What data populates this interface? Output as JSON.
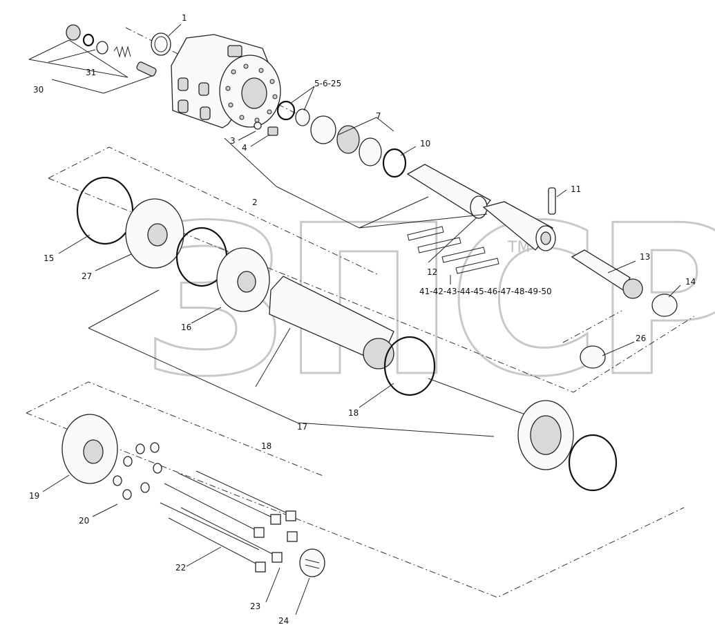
{
  "watermark": {
    "text": "ЗПСР",
    "tm": "TM"
  },
  "callouts": {
    "c1": "1",
    "c2": "2",
    "c3": "3",
    "c4": "4",
    "c5": "5-6-25",
    "c7": "7",
    "c10": "10",
    "c11": "11",
    "c12": "12",
    "c13": "13",
    "c14": "14",
    "c15": "15",
    "c16": "16",
    "c17": "17",
    "c18a": "18",
    "c18b": "18",
    "c19": "19",
    "c20": "20",
    "c22": "22",
    "c23": "23",
    "c24": "24",
    "c26": "26",
    "c27": "27",
    "c30": "30",
    "c31": "31",
    "c41": "41-42-43-44-45-46-47-48-49-50"
  }
}
